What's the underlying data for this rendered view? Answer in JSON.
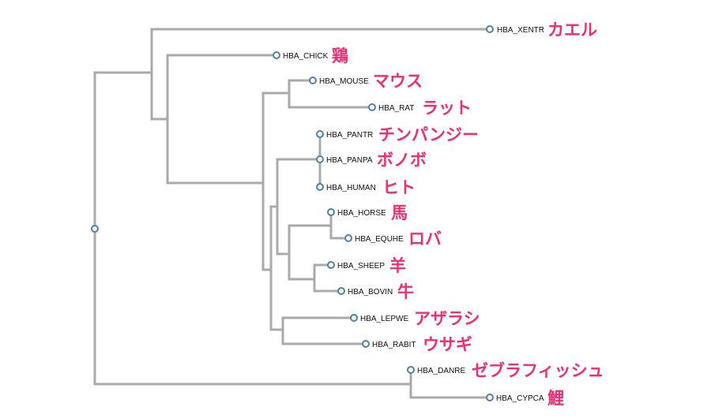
{
  "tree": {
    "leaves": [
      {
        "id": "xentr",
        "label": "HBA_XENTR",
        "common_name": "カエル"
      },
      {
        "id": "chick",
        "label": "HBA_CHICK",
        "common_name": "鶏"
      },
      {
        "id": "mouse",
        "label": "HBA_MOUSE",
        "common_name": "マウス"
      },
      {
        "id": "rat",
        "label": "HBA_RAT",
        "common_name": "ラット"
      },
      {
        "id": "pantr",
        "label": "HBA_PANTR",
        "common_name": "チンパンジー"
      },
      {
        "id": "panpa",
        "label": "HBA_PANPA",
        "common_name": "ボノボ"
      },
      {
        "id": "human",
        "label": "HBA_HUMAN",
        "common_name": "ヒト"
      },
      {
        "id": "horse",
        "label": "HBA_HORSE",
        "common_name": "馬"
      },
      {
        "id": "equhe",
        "label": "HBA_EQUHE",
        "common_name": "ロバ"
      },
      {
        "id": "sheep",
        "label": "HBA_SHEEP",
        "common_name": "羊"
      },
      {
        "id": "bovin",
        "label": "HBA_BOVIN",
        "common_name": "牛"
      },
      {
        "id": "lepwe",
        "label": "HBA_LEPWE",
        "common_name": "アザラシ"
      },
      {
        "id": "rabit",
        "label": "HBA_RABIT",
        "common_name": "ウサギ"
      },
      {
        "id": "danre",
        "label": "HBA_DANRE",
        "common_name": "ゼブラフィッシュ"
      },
      {
        "id": "cypca",
        "label": "HBA_CYPCA",
        "common_name": "鯉"
      }
    ]
  }
}
